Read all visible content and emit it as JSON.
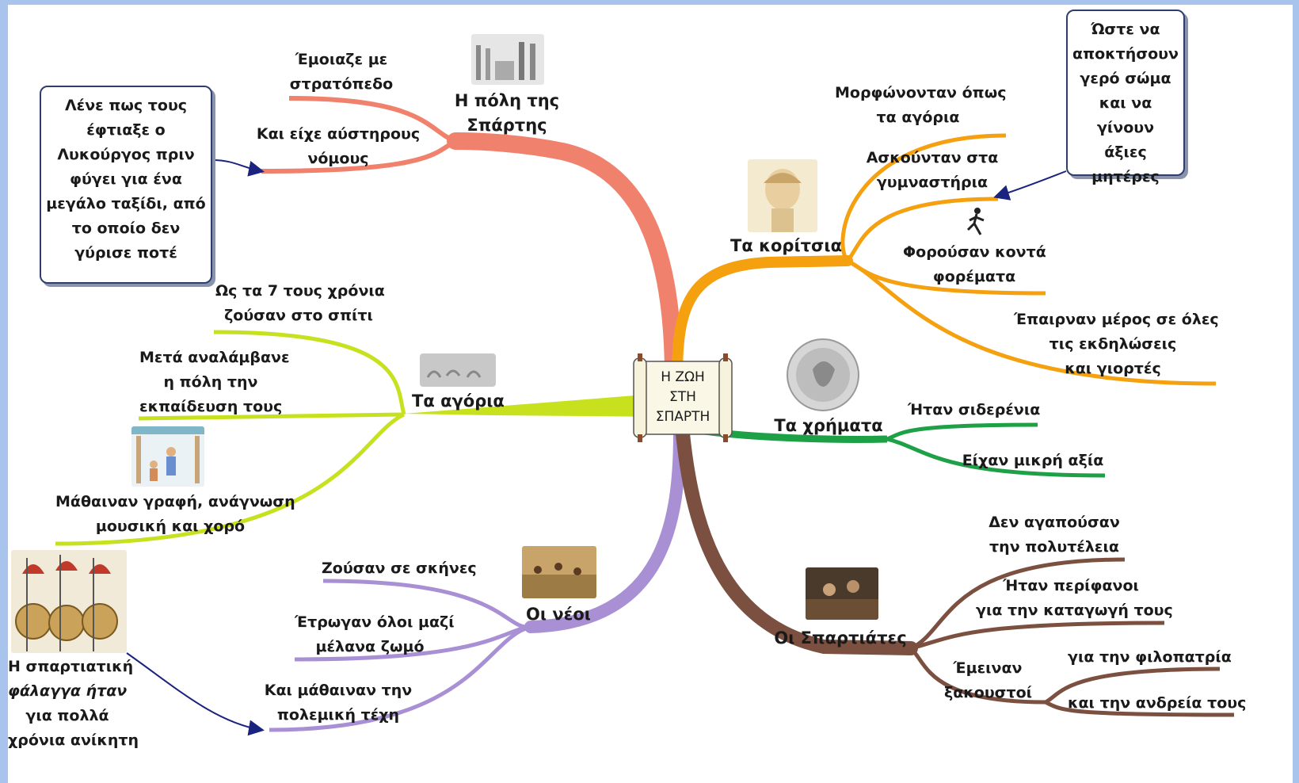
{
  "center": {
    "lines": [
      "Η ΖΩΗ",
      "ΣΤΗ",
      "ΣΠΑΡΤΗ"
    ]
  },
  "branches": {
    "city": {
      "color": "#f0826d",
      "title": [
        "Η πόλη της",
        "Σπάρτης"
      ],
      "leaves": [
        [
          "Έμοιαζε με",
          "στρατόπεδο"
        ],
        [
          "Και είχε αύστηρους",
          "νόμους"
        ]
      ]
    },
    "girls": {
      "color": "#f5a00f",
      "title": [
        "Τα κορίτσια"
      ],
      "leaves": [
        [
          "Μορφώνονταν όπως",
          "τα αγόρια"
        ],
        [
          "Ασκούνταν στα",
          "γυμναστήρια"
        ],
        [
          "Φορούσαν κοντά",
          "φορέματα"
        ],
        [
          "Έπαιρναν μέρος σε όλες",
          "τις εκδηλώσεις",
          "και γιορτές"
        ]
      ]
    },
    "boys": {
      "color": "#c8e11e",
      "title": [
        "Τα αγόρια"
      ],
      "leaves": [
        [
          "Ως τα 7 τους χρόνια",
          "ζούσαν στο σπίτι"
        ],
        [
          "Μετά αναλάμβανε",
          "η πόλη την",
          "εκπαίδευση τους"
        ],
        [
          "Μάθαιναν γραφή, ανάγνωση",
          "μουσική και χορό"
        ]
      ]
    },
    "money": {
      "color": "#1ea046",
      "title": [
        "Τα χρήματα"
      ],
      "leaves": [
        [
          "Ήταν σιδερένια"
        ],
        [
          "Είχαν μικρή αξία"
        ]
      ]
    },
    "youth": {
      "color": "#a98fd4",
      "title": [
        "Οι νέοι"
      ],
      "leaves": [
        [
          "Ζούσαν σε σκήνες"
        ],
        [
          "Έτρωγαν όλοι μαζί",
          "μέλανα ζωμό"
        ],
        [
          "Και μάθαιναν την",
          "πολεμική τέχη"
        ]
      ]
    },
    "spartans": {
      "color": "#7b5040",
      "title": [
        "Οι Σπαρτιάτες"
      ],
      "leaves": [
        [
          "Δεν αγαπούσαν",
          "την πολυτέλεια"
        ],
        [
          "Ήταν περίφανοι",
          "για την καταγωγή τους"
        ],
        [
          "Έμειναν",
          "ξακουστοί"
        ],
        [
          "για την φιλοπατρία"
        ],
        [
          "και την ανδρεία τους"
        ]
      ]
    }
  },
  "notes": {
    "lycurgus": [
      "Λένε πως τους",
      "έφτιαξε ο",
      "Λυκούργος πριν",
      "φύγει για ένα",
      "μεγάλο ταξίδι, από",
      "το οποίο δεν",
      "γύρισε ποτέ"
    ],
    "mothers": [
      "Ώστε να",
      "αποκτήσουν",
      "γερό σώμα",
      "και να γίνουν",
      "άξιες",
      "μητέρες"
    ],
    "phalanx": [
      "Η σπαρτιατική",
      "φάλαγγα ήταν",
      "για πολλά",
      "χρόνια ανίκητη"
    ]
  }
}
